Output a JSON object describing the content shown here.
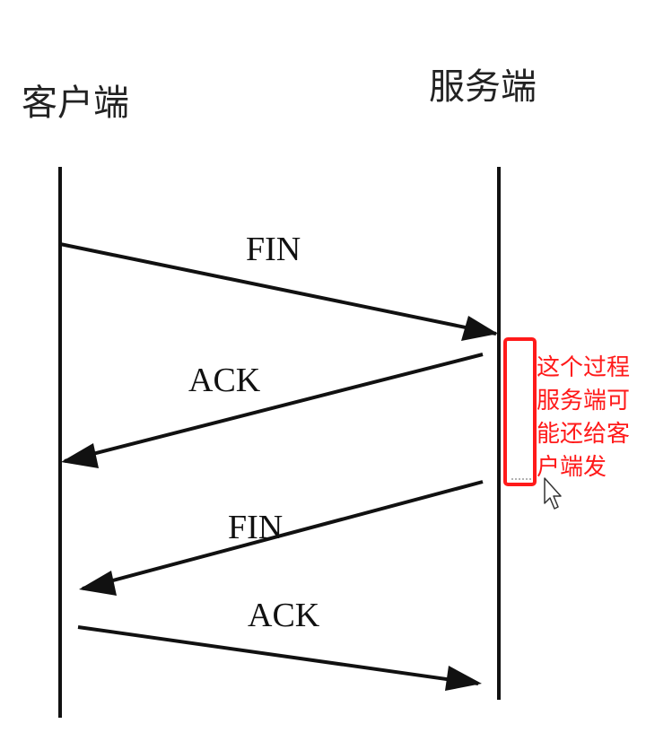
{
  "participants": {
    "client": "客户端",
    "server": "服务端"
  },
  "messages": [
    {
      "label": "FIN",
      "from": "client",
      "to": "server"
    },
    {
      "label": "ACK",
      "from": "server",
      "to": "client"
    },
    {
      "label": "FIN",
      "from": "server",
      "to": "client"
    },
    {
      "label": "ACK",
      "from": "client",
      "to": "server"
    }
  ],
  "annotation": {
    "lines": [
      "这个过程",
      "服务端可",
      "能还给客",
      "户端发"
    ],
    "color": "#ff1a1a"
  },
  "colors": {
    "lines": "#111111",
    "annotation_box": "#ff1a1a"
  },
  "icons": {
    "cursor": "mouse-pointer-icon"
  }
}
